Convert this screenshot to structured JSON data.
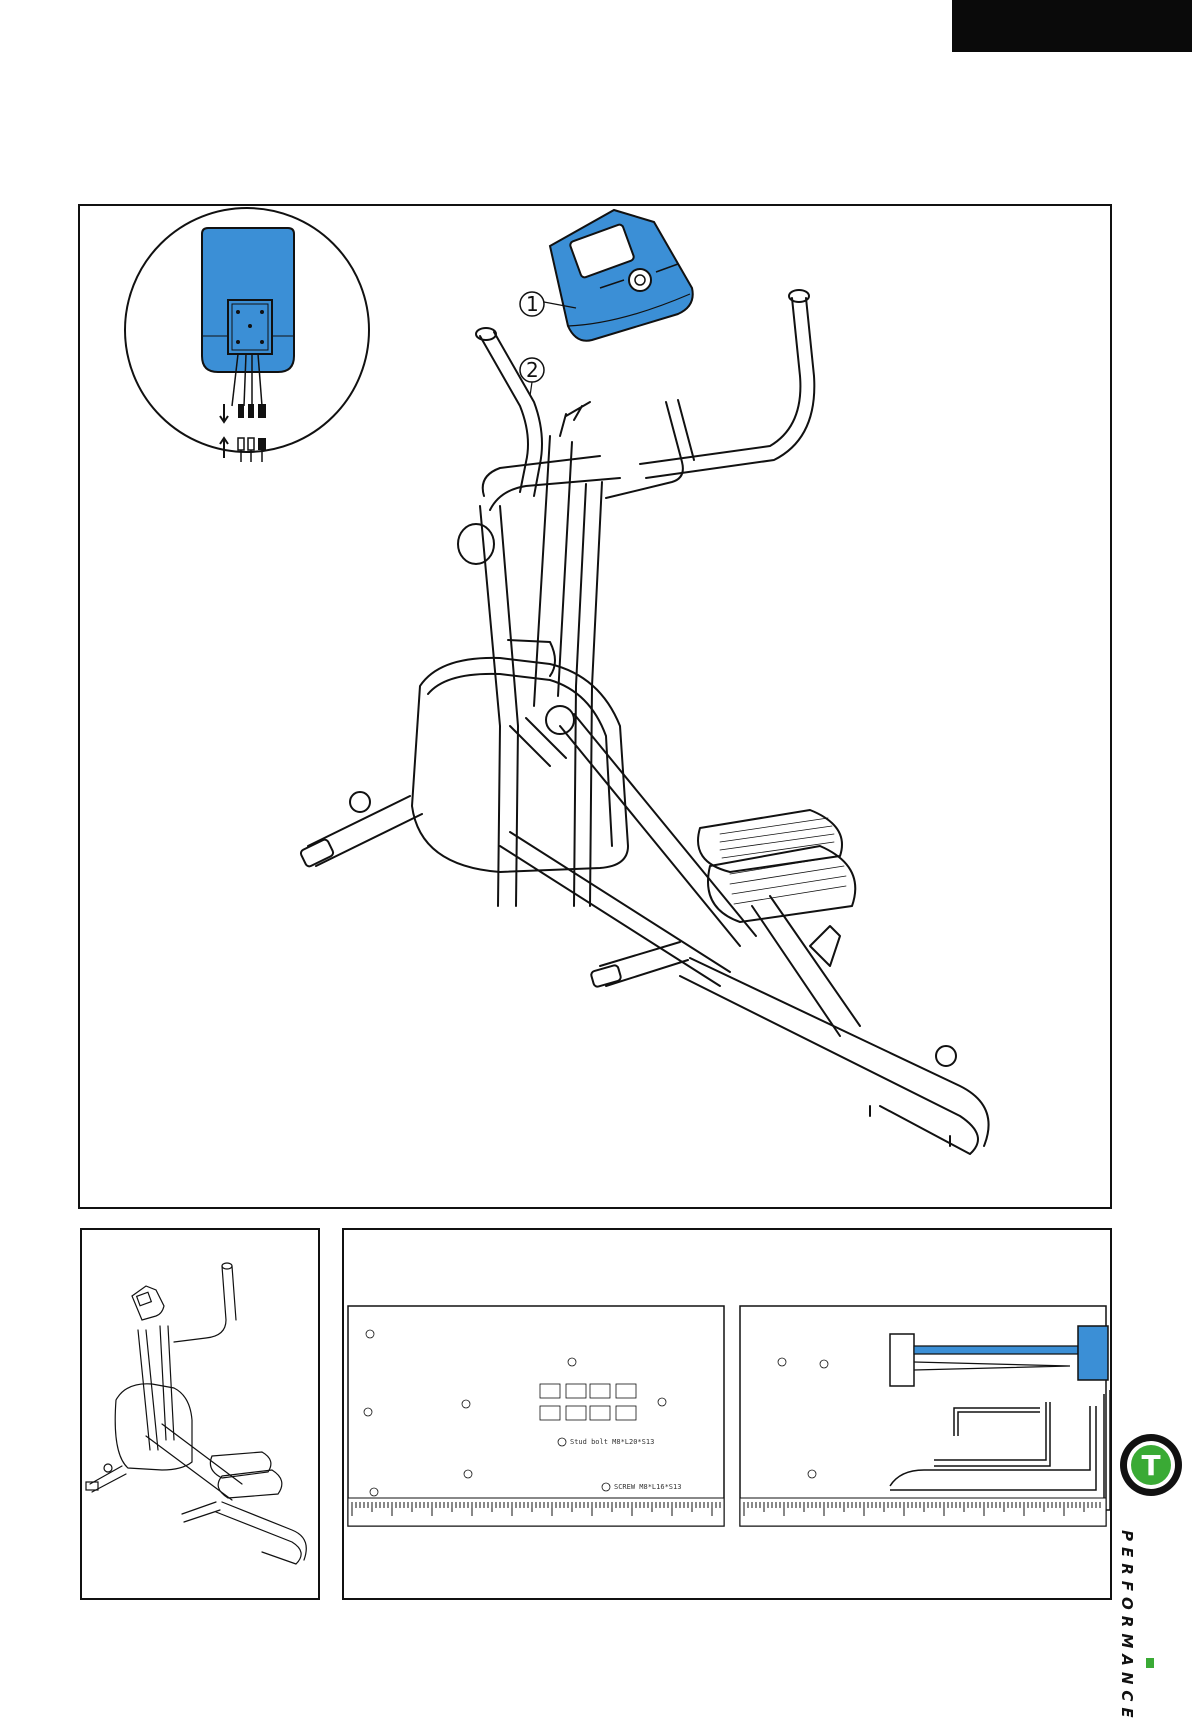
{
  "callouts": {
    "one": "1",
    "two": "2"
  },
  "parts": {
    "label_a": "Stud bolt M8*L20*S13",
    "label_b": "SCREW M8*L16*S13"
  },
  "brand": {
    "logo_letter": "T",
    "name": "PERFORMANCE"
  },
  "colors": {
    "highlight": "#3b8fd6",
    "brand_green": "#3aaa35",
    "ink": "#111111"
  }
}
